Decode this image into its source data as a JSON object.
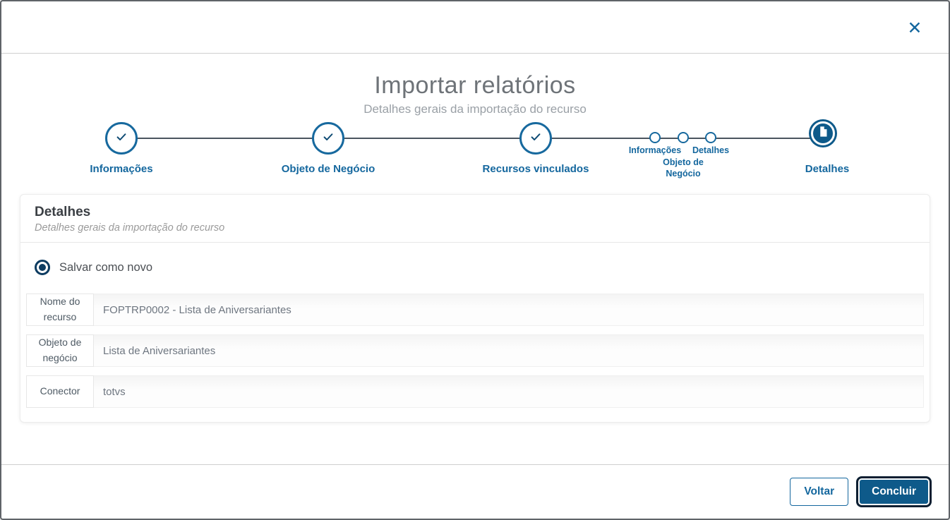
{
  "modal": {
    "close_icon": "✕",
    "title": "Importar relatórios",
    "subtitle": "Detalhes gerais da importação do recurso"
  },
  "stepper": {
    "steps": [
      {
        "label": "Informações",
        "state": "completed",
        "size": "large"
      },
      {
        "label": "Objeto de Negócio",
        "state": "completed",
        "size": "large"
      },
      {
        "label": "Recursos vinculados",
        "state": "completed",
        "size": "large"
      },
      {
        "label": "Informações",
        "state": "pending",
        "size": "small"
      },
      {
        "label": "Objeto de Negócio",
        "state": "pending",
        "size": "small"
      },
      {
        "label": "Detalhes",
        "state": "pending",
        "size": "small"
      },
      {
        "label": "Detalhes",
        "state": "active",
        "size": "large"
      }
    ]
  },
  "panel": {
    "title": "Detalhes",
    "subtitle": "Detalhes gerais da importação do recurso",
    "radio": {
      "label": "Salvar como novo",
      "selected": true
    },
    "fields": [
      {
        "label": "Nome do recurso",
        "value": "FOPTRP0002 - Lista de Aniversariantes"
      },
      {
        "label": "Objeto de negócio",
        "value": "Lista de Aniversariantes"
      },
      {
        "label": "Conector",
        "value": "totvs"
      }
    ]
  },
  "footer": {
    "back_label": "Voltar",
    "finish_label": "Concluir"
  },
  "colors": {
    "primary": "#14679e",
    "primary_dark": "#0e5a8a",
    "navy": "#0d3c61",
    "connector_line": "#4a545e",
    "focus_ring": "#0b1e31"
  }
}
